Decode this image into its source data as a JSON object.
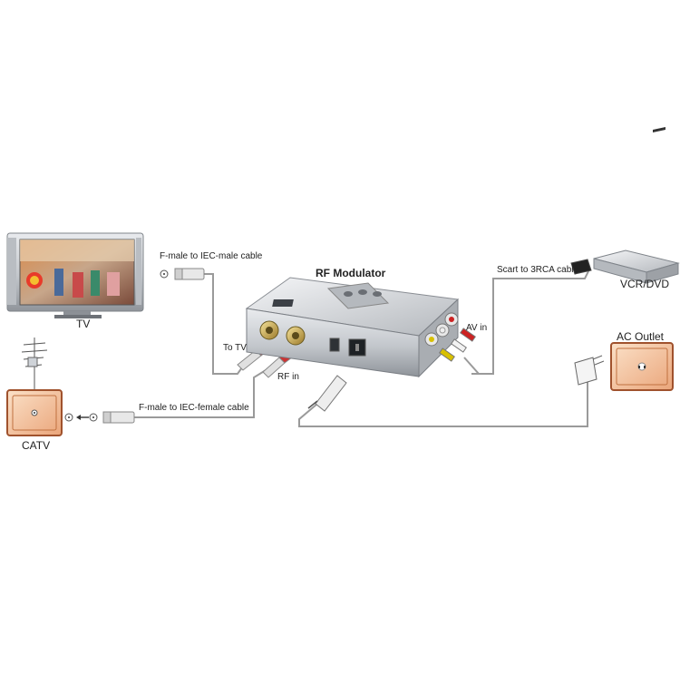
{
  "labels": {
    "tv": "TV",
    "catv": "CATV",
    "rf_modulator": "RF Modulator",
    "vcr_dvd": "VCR/DVD",
    "ac_outlet": "AC Outlet",
    "f_male_iec_male": "F-male to IEC-male cable",
    "f_male_iec_female": "F-male to IEC-female cable",
    "scart_3rca": "Scart to 3RCA cable",
    "to_tv": "To TV",
    "rf_in": "RF in",
    "av_in": "AV in"
  },
  "colors": {
    "cable": "#9a9a9a",
    "device_silver": "#c9ccd0",
    "outlet_border": "#a0522d",
    "outlet_fill": "#f3c29a"
  }
}
